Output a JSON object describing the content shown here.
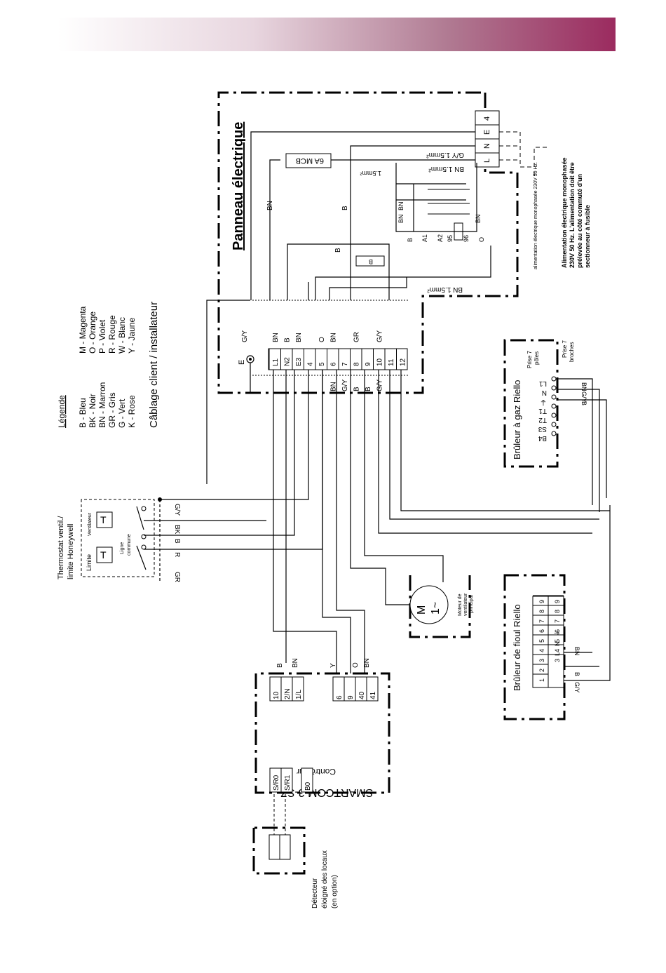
{
  "panel": {
    "title": "Panneau électrique",
    "mcb": "6A MCB",
    "cable_size": "1.5mm²"
  },
  "legend": {
    "title": "Légende",
    "col1": [
      "B - Bleu",
      "BK - Noir",
      "BN - Marron",
      "GR - Gris",
      "G - Vert",
      "K - Rose"
    ],
    "col2": [
      "M - Magenta",
      "O - Orange",
      "P - Violet",
      "R - Rouge",
      "W - Blanc",
      "Y - Jaune"
    ],
    "subtitle": "Câblage client / installateur"
  },
  "terminals": [
    "L1",
    "N2",
    "E3",
    "4",
    "5",
    "6",
    "7",
    "8",
    "9",
    "10",
    "11",
    "12"
  ],
  "terminal_wire_top": [
    "BN",
    "B",
    "BN",
    "",
    "O",
    "BN",
    "",
    "GR",
    "",
    "G/Y",
    "",
    ""
  ],
  "terminal_wire_bottom": [
    "",
    "",
    "",
    "",
    "",
    "BN",
    "G/Y",
    "B",
    "B",
    "G/Y",
    "",
    ""
  ],
  "earth_label": "E",
  "earth_wire": "G/Y",
  "supply": {
    "terminals": [
      "L",
      "N",
      "E",
      "4"
    ],
    "wires": [
      "BN 1.5mm²",
      "G/Y 1.5mm²"
    ],
    "small_note": "alimentation électrique monophasée 230V 50 Hz.",
    "note": "Alimentation électrique monophasée 230V 50 Hz. L'alimentation doit être prélevée au côté commuté d'un sectionneur à fusible"
  },
  "contactor": {
    "labels": [
      "B",
      "A1",
      "A2",
      "95",
      "96",
      "O"
    ],
    "wires": [
      "BN",
      "BN",
      "BN"
    ]
  },
  "thermostat": {
    "title": "Thermostat ventil./ limite Honeywell",
    "limit": "Limite",
    "fan": "Ventilateur",
    "common": "Ligne commune",
    "wires": [
      "G/Y",
      "BK",
      "B",
      "R",
      "GR"
    ]
  },
  "gas_burner": {
    "title": "Brûleur à gaz Riello",
    "plug_poles": "Prise 7 pôles",
    "plug_pins": "Prise 7 broches",
    "pins": [
      "L1",
      "N",
      "⏚",
      "T1",
      "T2",
      "S3",
      "B4"
    ],
    "wires": [
      "BN",
      "G/Y",
      "B"
    ]
  },
  "motor": {
    "symbol": "M",
    "phase": "1~",
    "label": "Moteur de ventilateur principal"
  },
  "oil_burner": {
    "title": "Brûleur de fioul Riello",
    "top_row": [
      "3",
      "4",
      "5",
      "6",
      "7",
      "8",
      "9"
    ],
    "bottom_row": [
      "1",
      "2",
      "3",
      "4",
      "5",
      "6",
      "7",
      "8",
      "9"
    ],
    "marked": [
      "L",
      "N",
      "⏚"
    ],
    "wires": [
      "BN",
      "B",
      "G/Y"
    ]
  },
  "controller": {
    "title": "SMARTCOM 3-SZ",
    "subtitle": "Contrôleur",
    "left_terminals": [
      "10",
      "2/N",
      "1/L"
    ],
    "right_terminals": [
      "6",
      "9",
      "40",
      "41"
    ],
    "wire_labels": [
      "B",
      "BN",
      "Y",
      "O",
      "BN"
    ],
    "sensor_terminals": [
      "S/R0",
      "S/R1",
      "B0"
    ]
  },
  "sensor": {
    "label": "Détecteur éloigné des locaux (en option)"
  }
}
